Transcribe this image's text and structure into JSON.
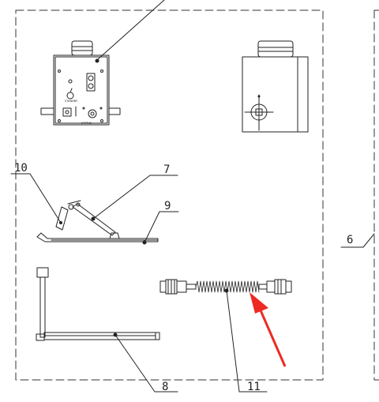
{
  "callouts": {
    "c6": "6",
    "c7": "7",
    "c8": "8",
    "c9": "9",
    "c10": "10",
    "c11": "11"
  },
  "colors": {
    "line": "#222222",
    "dash": "#333333",
    "arrow": "#ee2a24"
  }
}
